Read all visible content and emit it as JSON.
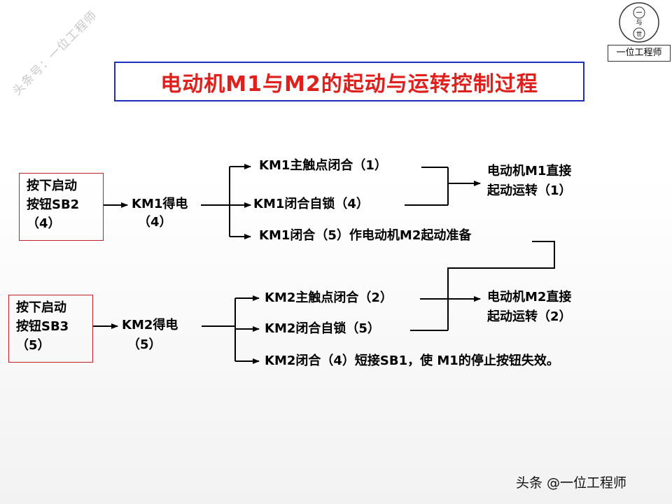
{
  "watermark": "头条号：一位工程师",
  "logo": {
    "caption": "一位工程师",
    "glyphs": [
      "一",
      "与",
      "世"
    ]
  },
  "title": "电动机M1与M2的起动与运转控制过程",
  "group1": {
    "start_box": [
      "按下启动",
      "按钮SB2",
      "（4）"
    ],
    "relay": [
      "KM1得电",
      "（4）"
    ],
    "branches": [
      "KM1主触点闭合（1）",
      "KM1闭合自锁（4）",
      "KM1闭合（5）作电动机M2起动准备"
    ],
    "result": [
      "电动机M1直接",
      "起动运转（1）"
    ]
  },
  "group2": {
    "start_box": [
      "按下启动",
      "按钮SB3",
      "（5）"
    ],
    "relay": [
      "KM2得电",
      "（5）"
    ],
    "branches": [
      "KM2主触点闭合（2）",
      "KM2闭合自锁（5）",
      "KM2闭合（4）短接SB1，使 M1的停止按钮失效。"
    ],
    "result": [
      "电动机M2直接",
      "起动运转（2）"
    ]
  },
  "footer": "头条 @一位工程师"
}
